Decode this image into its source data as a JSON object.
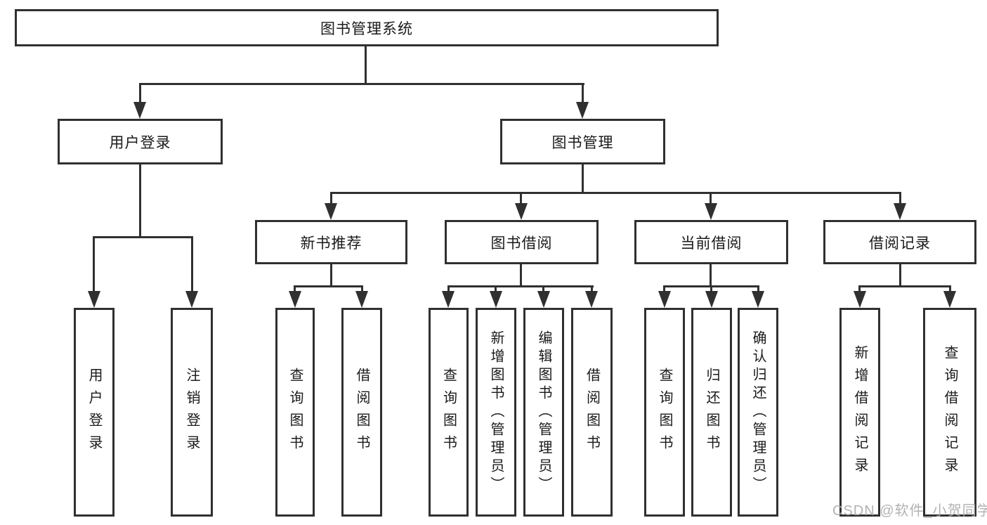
{
  "root": {
    "label": "图书管理系统"
  },
  "level2": {
    "user_login": {
      "label": "用户登录"
    },
    "book_mgmt": {
      "label": "图书管理"
    }
  },
  "level3": {
    "new_books": {
      "label": "新书推荐"
    },
    "book_borrow": {
      "label": "图书借阅"
    },
    "current_borrow": {
      "label": "当前借阅"
    },
    "borrow_records": {
      "label": "借阅记录"
    }
  },
  "leaves": {
    "user_login_leaf": {
      "label": "用户登录"
    },
    "logout": {
      "label": "注销登录"
    },
    "nb_query": {
      "label": "查询图书"
    },
    "nb_borrow": {
      "label": "借阅图书"
    },
    "bw_query": {
      "label": "查询图书"
    },
    "bw_add": {
      "label": "新增图书（管理员）"
    },
    "bw_edit": {
      "label": "编辑图书（管理员）"
    },
    "bw_borrow": {
      "label": "借阅图书"
    },
    "cur_query": {
      "label": "查询图书"
    },
    "cur_return": {
      "label": "归还图书"
    },
    "cur_confirm": {
      "label": "确认归还（管理员）"
    },
    "rec_add": {
      "label": "新增借阅记录"
    },
    "rec_query": {
      "label": "查询借阅记录"
    }
  },
  "watermark": "CSDN @软件_小贺同学",
  "colors": {
    "line": "#303030",
    "text": "#1a1a1a",
    "background": "#ffffff",
    "watermark": "#aaaaaa"
  }
}
